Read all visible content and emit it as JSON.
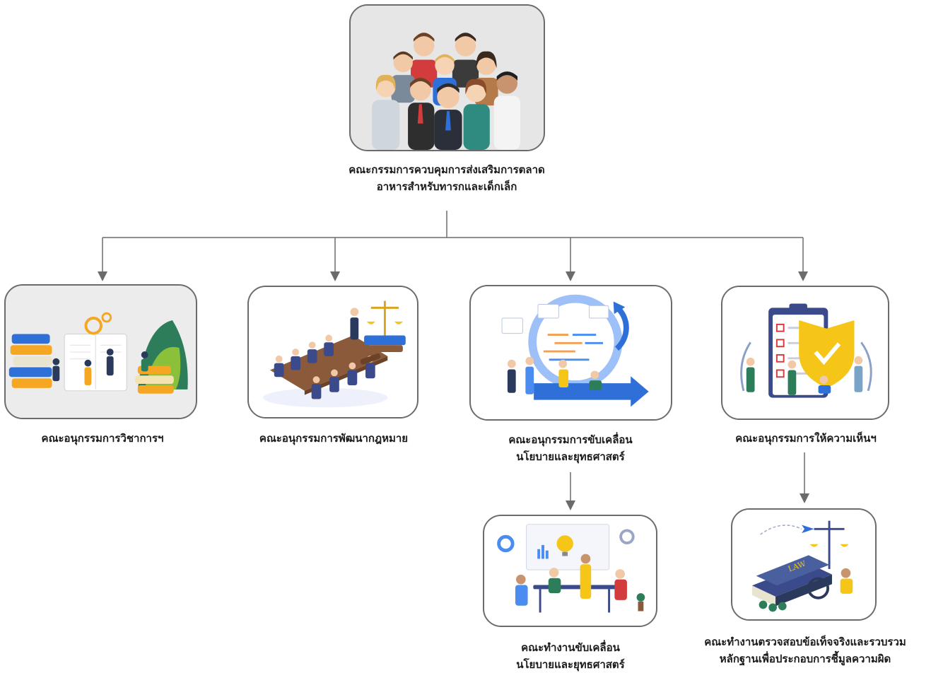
{
  "root": {
    "label_line1": "คณะกรรมการควบคุมการส่งเสริมการตลาด",
    "label_line2": "อาหารสำหรับทารกและเด็กเล็ก",
    "icon": "group-of-people-illustration"
  },
  "subcommittees": [
    {
      "label_line1": "คณะอนุกรรมการวิชาการฯ",
      "icon": "books-and-study-illustration"
    },
    {
      "label_line1": "คณะอนุกรรมการพัฒนากฎหมาย",
      "icon": "meeting-with-scales-illustration"
    },
    {
      "label_line1": "คณะอนุกรรมการขับเคลื่อน",
      "label_line2": "นโยบายและยุทธศาสตร์",
      "icon": "strategy-workflow-illustration"
    },
    {
      "label_line1": "คณะอนุกรรมการให้ความเห็นฯ",
      "icon": "checklist-shield-illustration"
    }
  ],
  "working_groups": [
    {
      "label_line1": "คณะทำงานขับเคลื่อน",
      "label_line2": "นโยบายและยุทธศาสตร์",
      "icon": "team-brainstorm-illustration"
    },
    {
      "label_line1": "คณะทำงานตรวจสอบข้อเท็จจริงและรวบรวม",
      "label_line2": "หลักฐานเพื่อประกอบการชี้มูลความผิด",
      "icon": "law-books-illustration"
    }
  ],
  "colors": {
    "connector": "#6b6b6b",
    "card_border": "#6b6b6b",
    "accent_blue": "#2f6fd8",
    "accent_yellow": "#f5c518"
  }
}
